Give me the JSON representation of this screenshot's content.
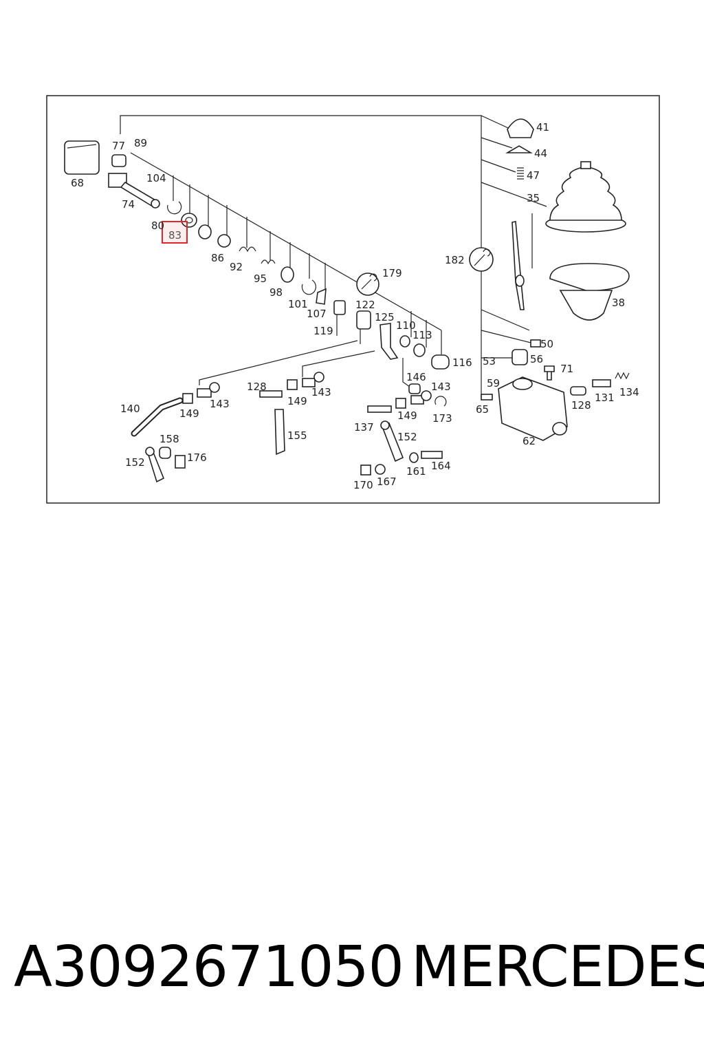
{
  "highlight": {
    "number": "83",
    "color": "#e0262a"
  },
  "callouts": {
    "c41": "41",
    "c44": "44",
    "c47": "47",
    "c35": "35",
    "c38": "38",
    "c68": "68",
    "c77": "77",
    "c89": "89",
    "c104": "104",
    "c74": "74",
    "c80": "80",
    "c83": "83",
    "c86": "86",
    "c92": "92",
    "c95": "95",
    "c98": "98",
    "c101": "101",
    "c107": "107",
    "c119": "119",
    "c122": "122",
    "c179": "179",
    "c125": "125",
    "c110": "110",
    "c113": "113",
    "c116": "116",
    "c182": "182",
    "c50": "50",
    "c53": "53",
    "c56": "56",
    "c71": "71",
    "c59": "59",
    "c65": "65",
    "c128r": "128",
    "c131": "131",
    "c134": "134",
    "c62": "62",
    "c140": "140",
    "c149a": "149",
    "c143a": "143",
    "c158": "158",
    "c176": "176",
    "c152a": "152",
    "c128": "128",
    "c149b": "149",
    "c143b": "143",
    "c155": "155",
    "c146": "146",
    "c143c": "143",
    "c137": "137",
    "c149c": "149",
    "c173": "173",
    "c152b": "152",
    "c161": "161",
    "c164": "164",
    "c170": "170",
    "c167": "167"
  },
  "caption": {
    "part_number": "A3092671050",
    "brand": "MERCEDES"
  }
}
